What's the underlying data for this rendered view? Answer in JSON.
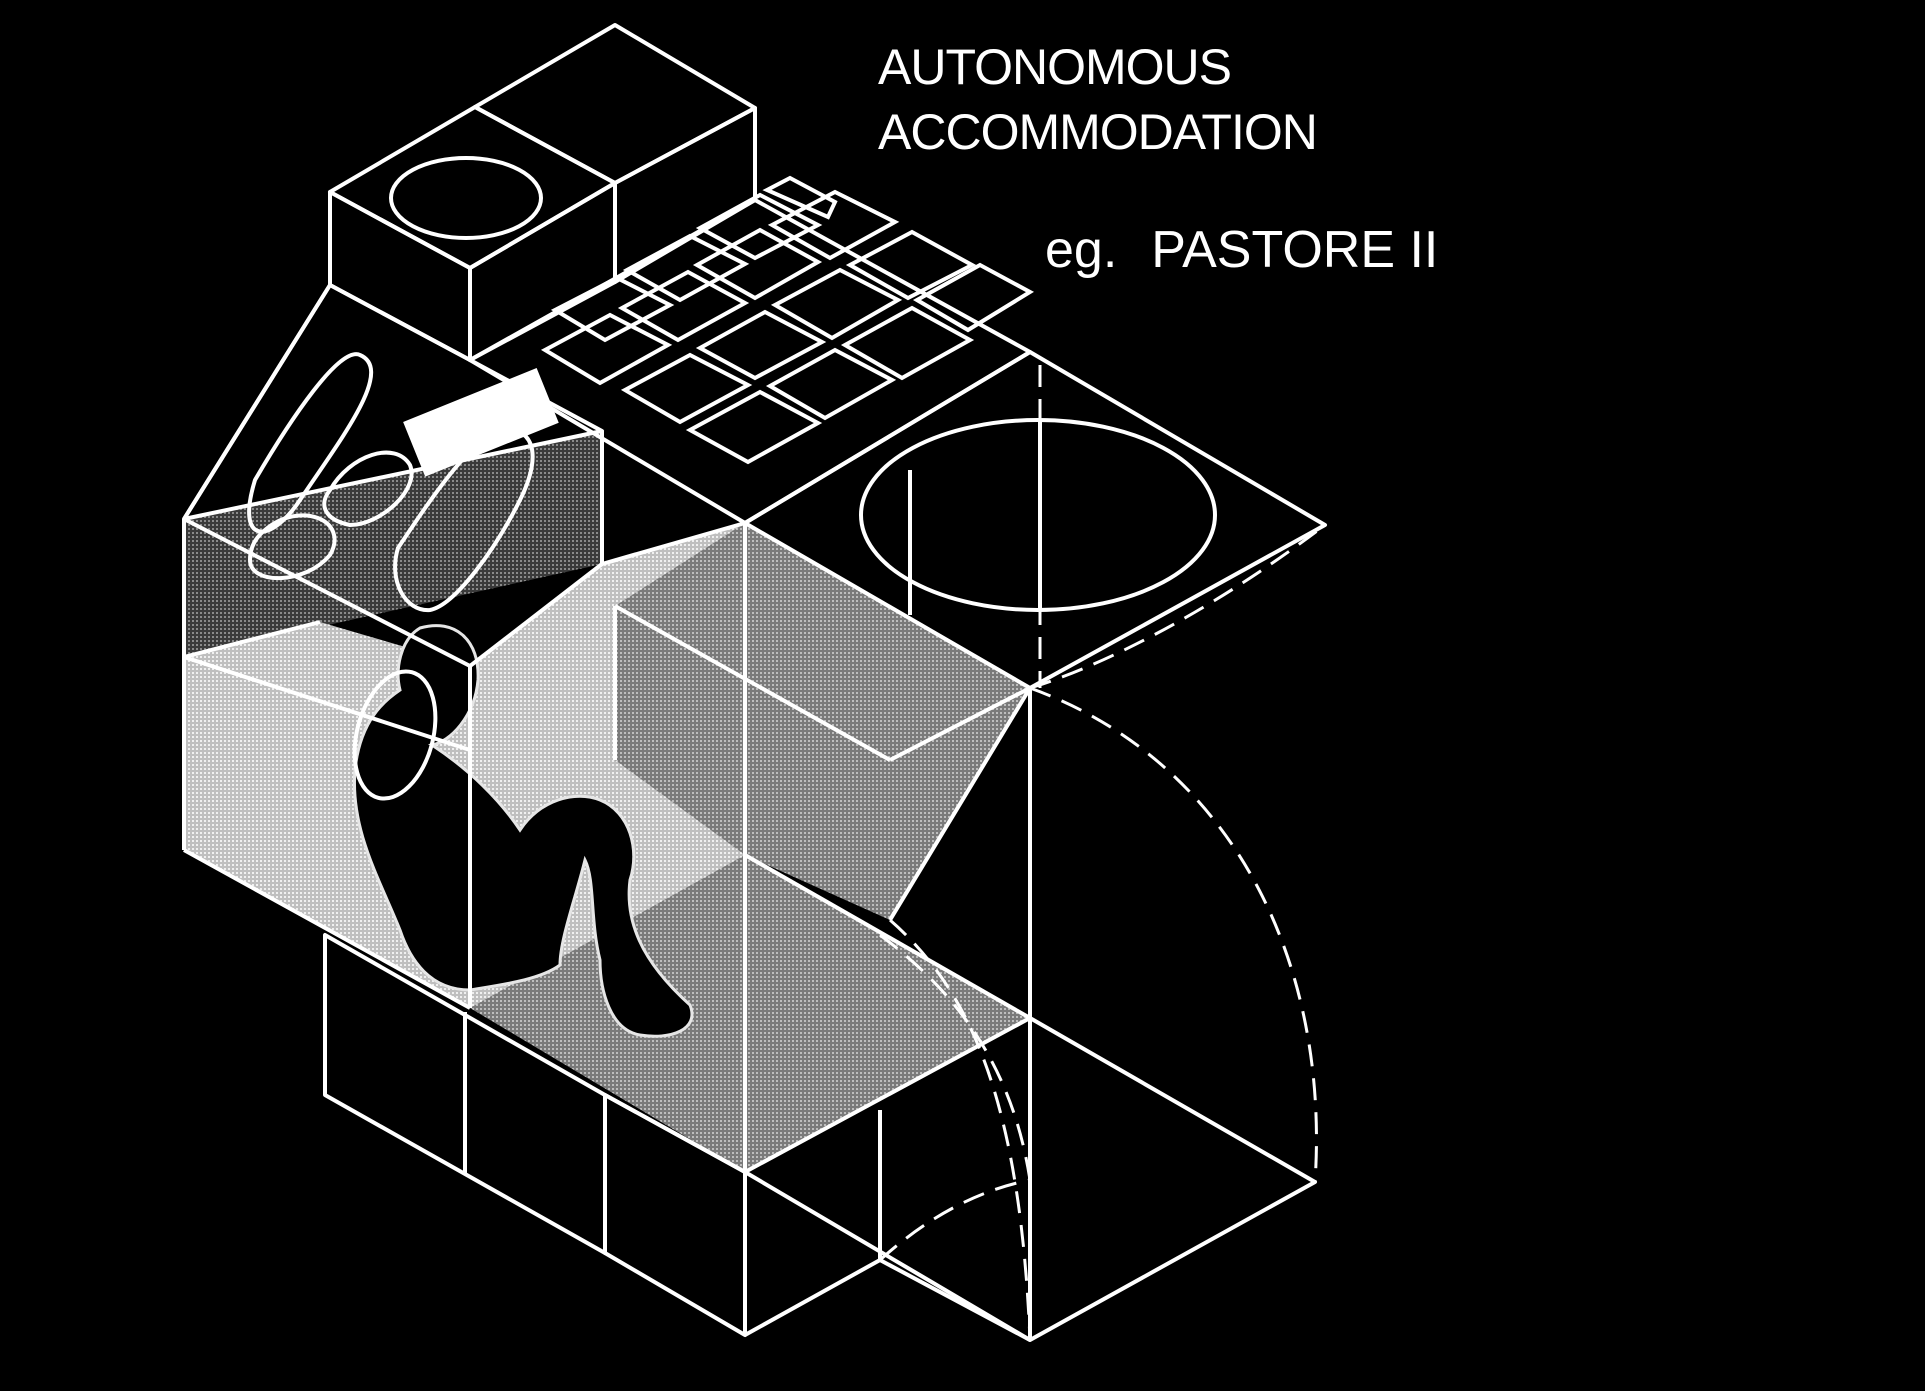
{
  "title": {
    "line1": "AUTONOMOUS",
    "line2": "ACCOMMODATION"
  },
  "example": {
    "prefix": "eg.",
    "name": "PASTORE II"
  },
  "colors": {
    "background": "#000000",
    "lines": "#ffffff",
    "shade_light": "#d9d9d9",
    "shade_mid": "#9a9a9a",
    "shade_dark": "#5a5a5a"
  }
}
